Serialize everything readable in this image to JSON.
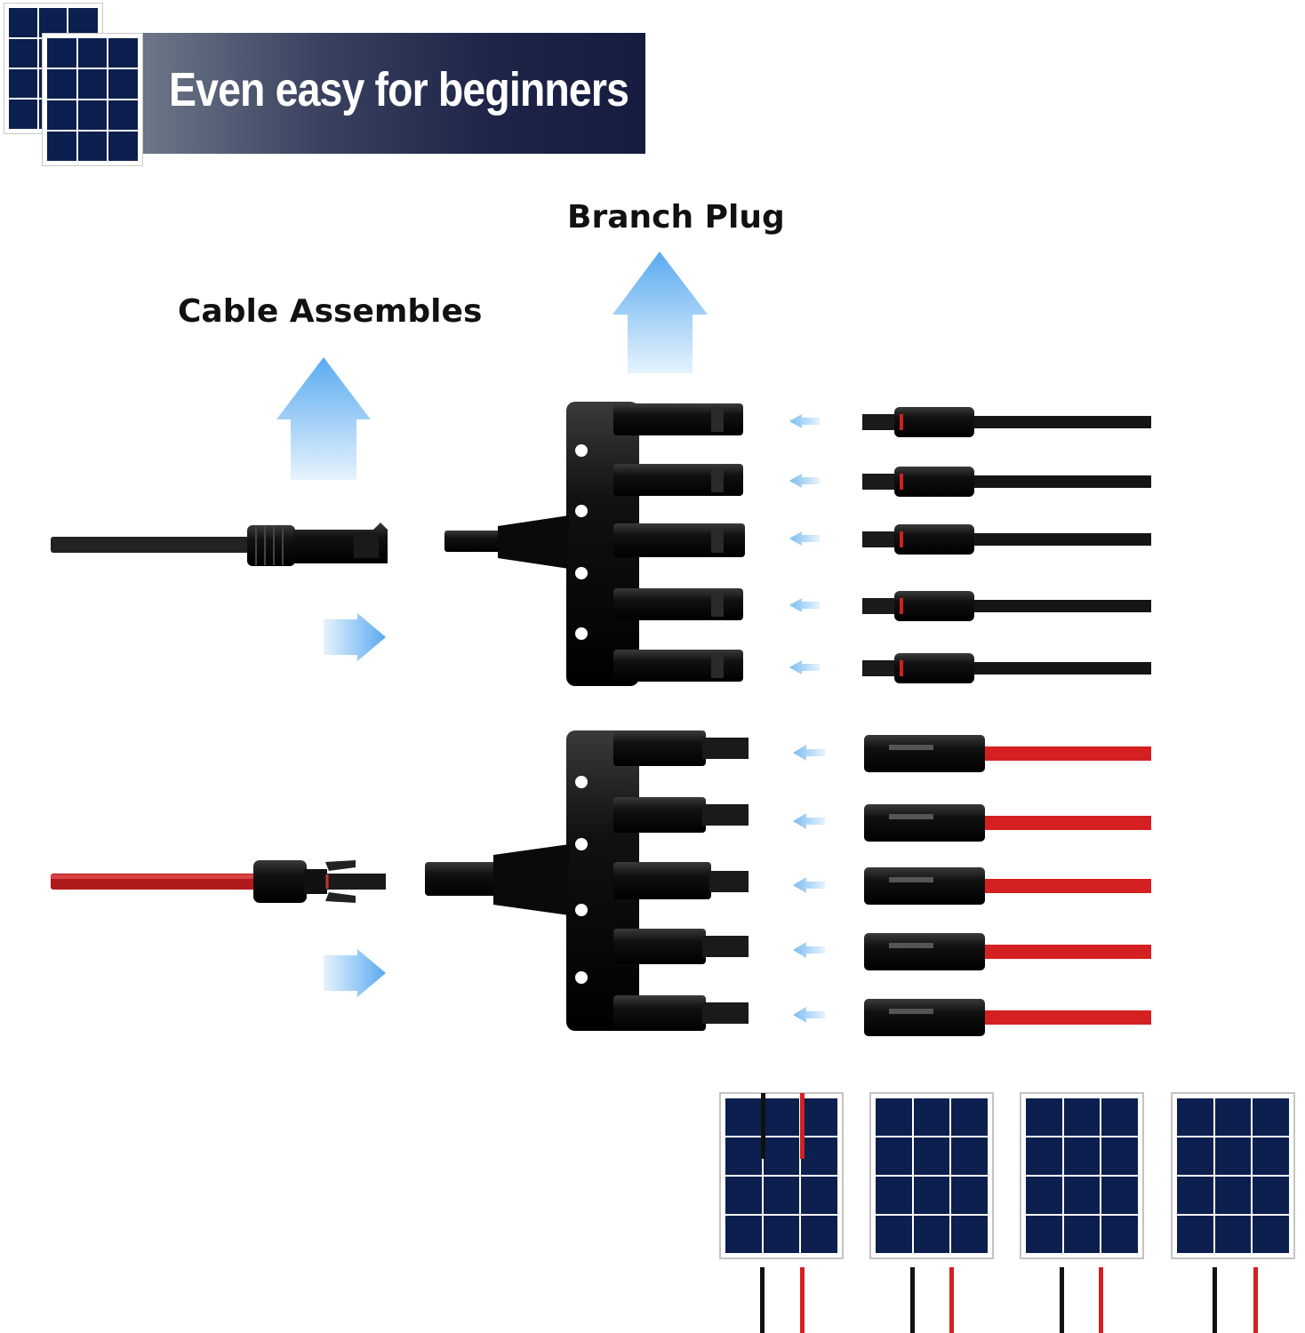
{
  "banner": {
    "title": "Even easy for beginners"
  },
  "labels": {
    "cable_assembles": "Cable Assembles",
    "branch_plug": "Branch Plug"
  },
  "colors": {
    "banner_dark": "#161c40",
    "panel_blue": "#0c1f4e",
    "arrow_blue": "#7fc0f2",
    "cable_black": "#111111",
    "cable_red": "#d42020"
  },
  "icons": [
    "solar-panel-icon",
    "up-arrow-icon",
    "right-arrow-icon",
    "left-arrow-icon"
  ]
}
